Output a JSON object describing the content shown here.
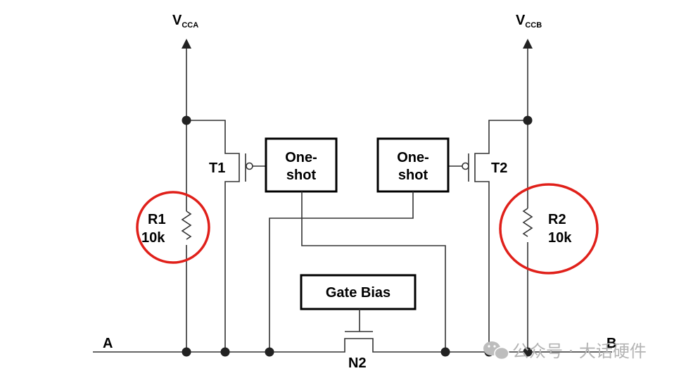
{
  "supplies": {
    "a": {
      "main": "V",
      "sub": "CCA"
    },
    "b": {
      "main": "V",
      "sub": "CCB"
    }
  },
  "transistors": {
    "t1": "T1",
    "t2": "T2",
    "n2": "N2"
  },
  "resistors": {
    "r1": {
      "name": "R1",
      "value": "10k"
    },
    "r2": {
      "name": "R2",
      "value": "10k"
    }
  },
  "blocks": {
    "oneshot_left": {
      "line1": "One-",
      "line2": "shot"
    },
    "oneshot_right": {
      "line1": "One-",
      "line2": "shot"
    },
    "gate_bias": "Gate Bias"
  },
  "ports": {
    "a": "A",
    "b": "B"
  },
  "colors": {
    "highlight": "#e0201a",
    "wire": "#333333"
  },
  "watermark": {
    "text": "公众号 · 大话硬件"
  }
}
